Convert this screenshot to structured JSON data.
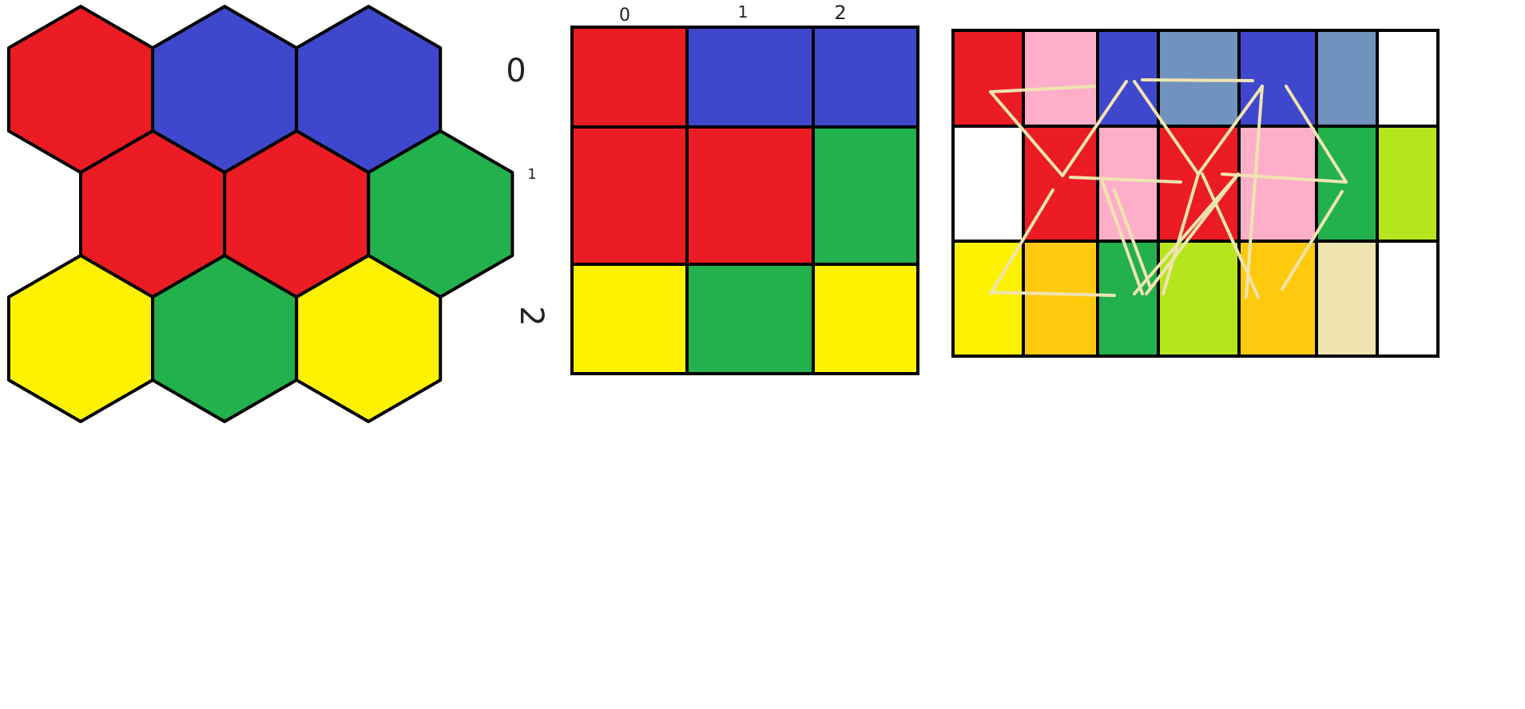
{
  "colors": {
    "R": "#ec1c24",
    "B": "#3f48cc",
    "G": "#22b14c",
    "Y": "#fff200",
    "P": "#ffaec9",
    "S": "#7092be",
    "L": "#b5e61d",
    "O": "#ffc90e",
    "T": "#efe4b0",
    "W": "#ffffff",
    "outline": "#000000",
    "link": "#efe4b0"
  },
  "hex_grid": {
    "rows": [
      [
        "R",
        "B",
        "B"
      ],
      [
        "R",
        "R",
        "G"
      ],
      [
        "Y",
        "G",
        "Y"
      ]
    ]
  },
  "square_grid": {
    "column_labels": [
      "0",
      "1",
      "2"
    ],
    "row_labels": [
      "0",
      "1",
      "2"
    ],
    "rows": [
      [
        "R",
        "B",
        "B"
      ],
      [
        "R",
        "R",
        "G"
      ],
      [
        "Y",
        "G",
        "Y"
      ]
    ]
  },
  "expanded_grid": {
    "rows": [
      [
        "R",
        "P",
        "B",
        "S",
        "B",
        "S",
        "W"
      ],
      [
        "W",
        "R",
        "P",
        "R",
        "P",
        "G",
        "L"
      ],
      [
        "Y",
        "O",
        "G",
        "L",
        "O",
        "T",
        "W"
      ]
    ]
  }
}
